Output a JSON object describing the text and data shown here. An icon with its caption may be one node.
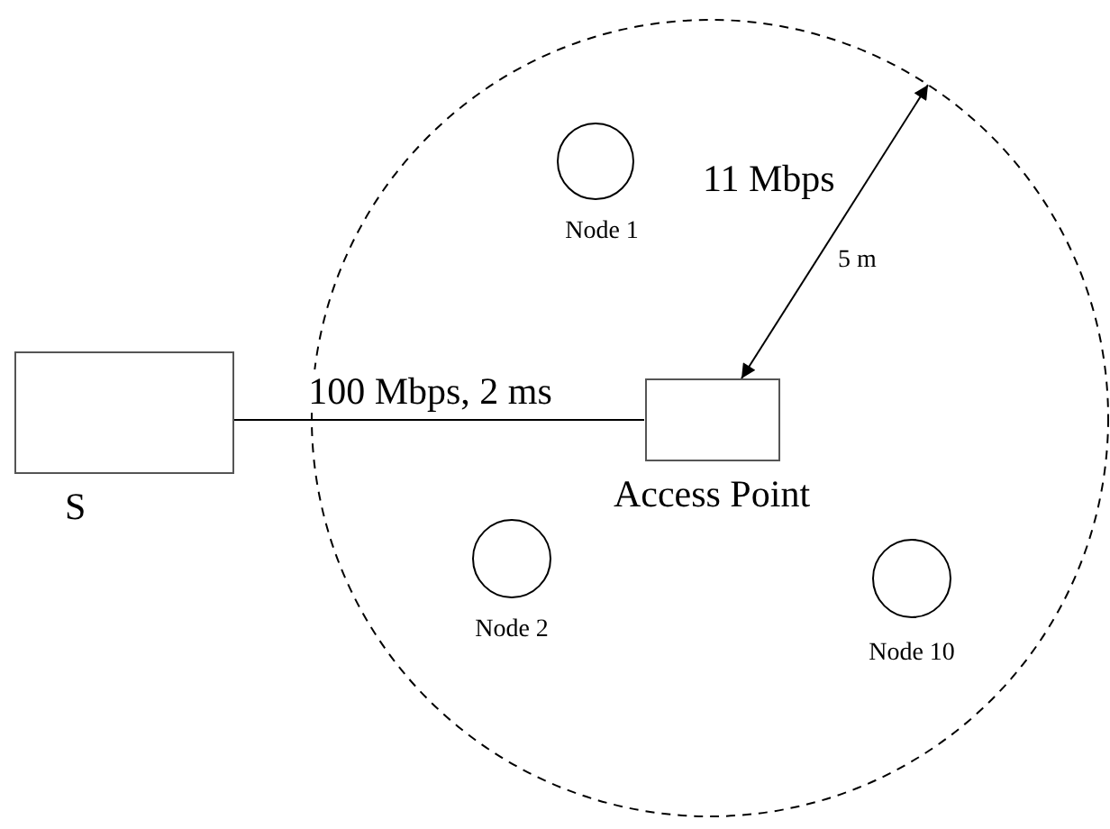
{
  "diagram": {
    "nodes": [
      {
        "text": [],
        "shape": "circle"
      },
      {
        "text": [
          "S"
        ]
      },
      {
        "text": [
          "Access Point"
        ],
        "in": 0
      },
      {
        "text": [
          "Node 1"
        ],
        "in": 0
      },
      {
        "text": [
          "Node 2"
        ],
        "in": 0
      },
      {
        "text": [
          "Node 10"
        ],
        "in": 0
      }
    ],
    "edges": [
      {
        "from": 1,
        "to": 2,
        "arrow": "none",
        "label": "100 Mbps, 2 ms"
      },
      {
        "from": 2,
        "to": 0,
        "arrow": "both",
        "label": "11 Mbps"
      }
    ],
    "labels": [
      "5 m"
    ]
  }
}
